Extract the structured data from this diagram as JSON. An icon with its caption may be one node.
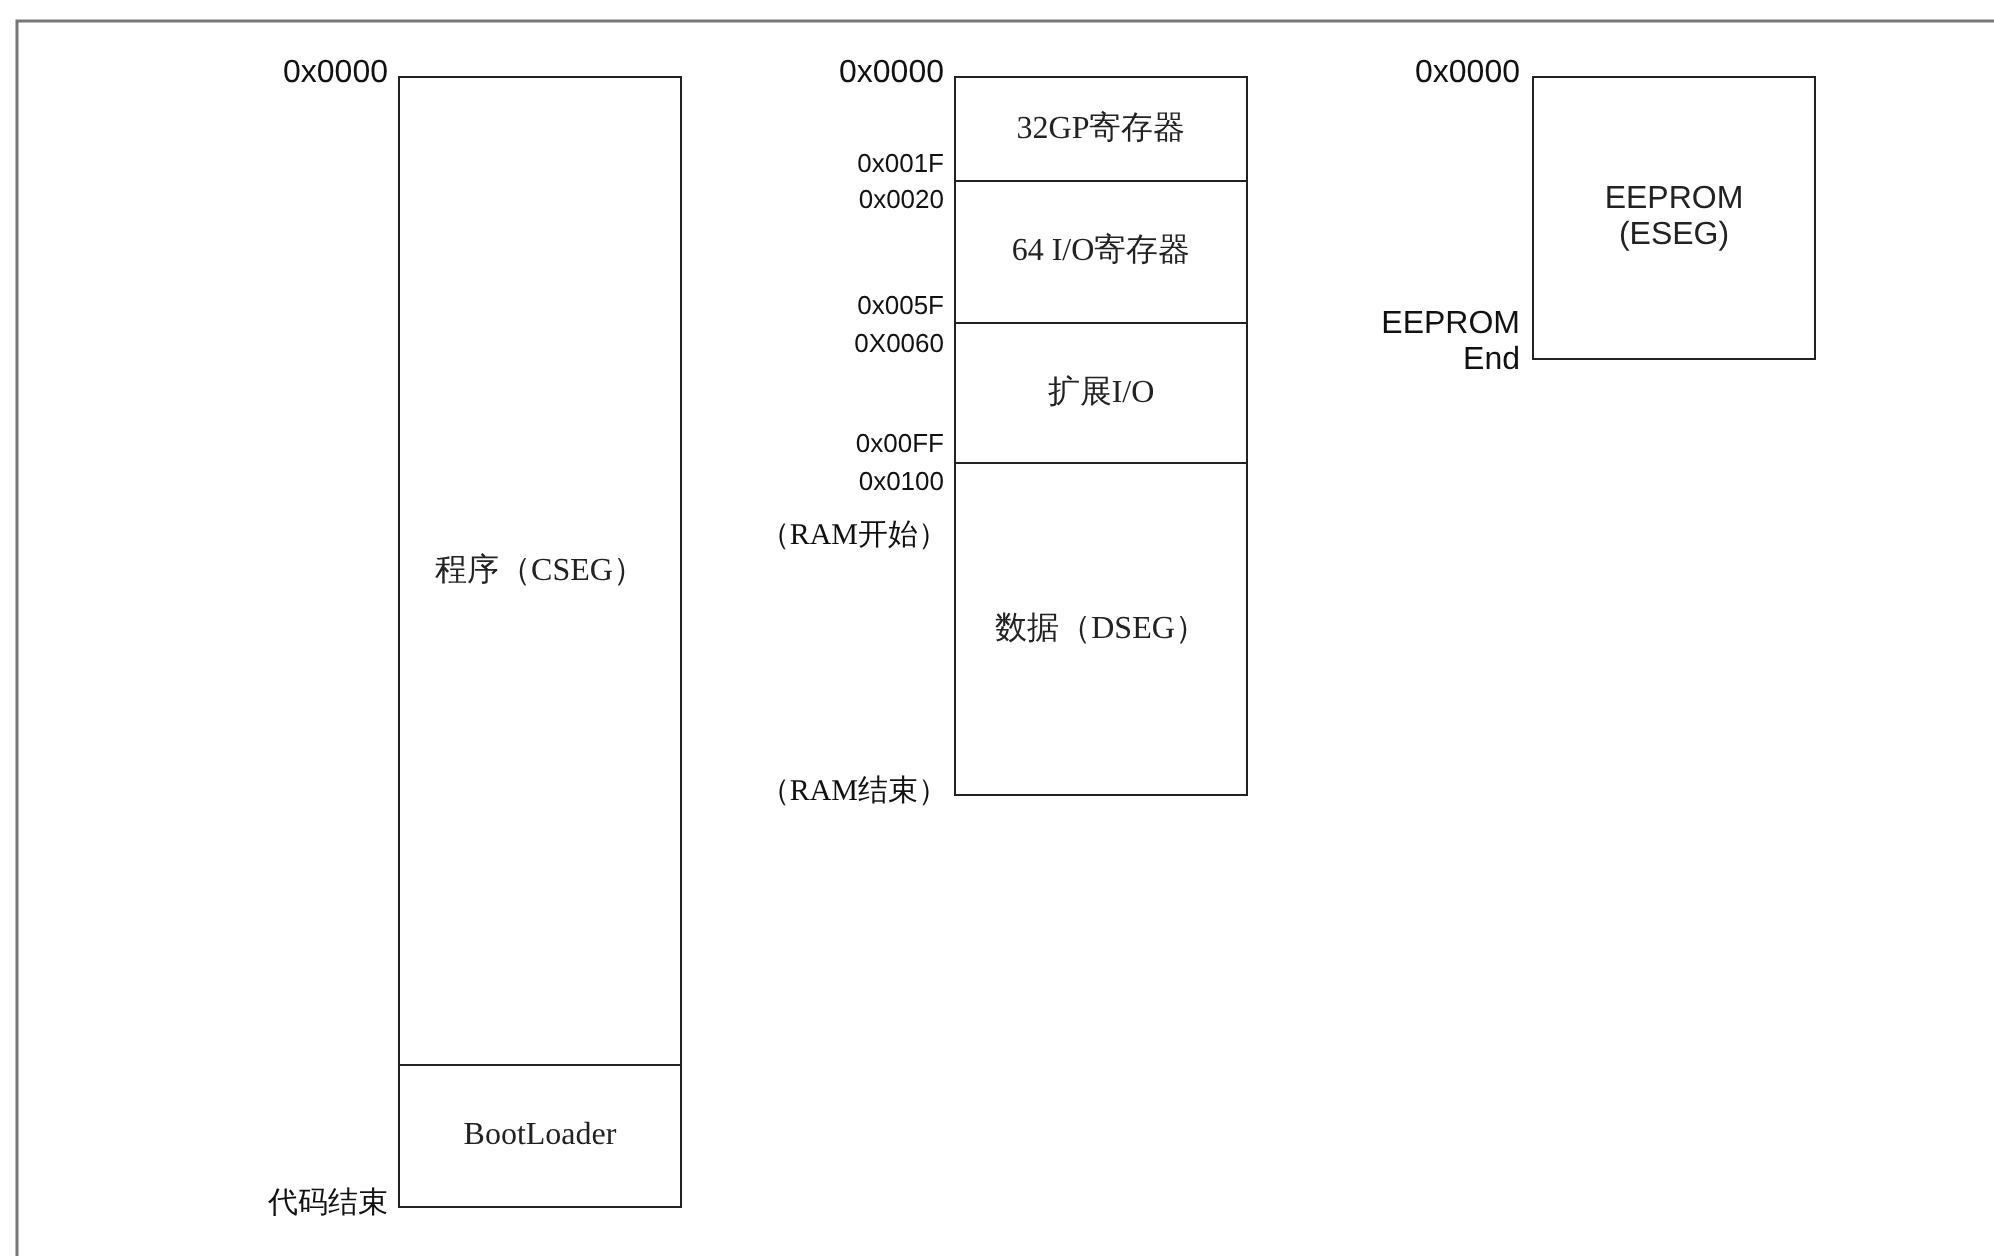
{
  "diagram": {
    "nodes": [
      {
        "text": [
          "程序（CSEG）"
        ],
        "beside": [
          "0x0000"
        ]
      },
      {
        "text": [
          "BootLoader"
        ],
        "beside": [
          "代码结束"
        ]
      },
      {
        "text": [
          "32GP寄存器"
        ],
        "beside": [
          "0x0000",
          "0x001F"
        ]
      },
      {
        "text": [
          "64 I/O寄存器"
        ],
        "beside": [
          "0x0020",
          "0x005F"
        ]
      },
      {
        "text": [
          "扩展I/O"
        ],
        "beside": [
          "0X0060",
          "0x00FF"
        ]
      },
      {
        "text": [
          "数据（DSEG）"
        ],
        "beside": [
          "0x0100",
          "（RAM开始）",
          "（RAM结束）"
        ]
      },
      {
        "text": [
          "EEPROM (ESEG)"
        ],
        "beside": [
          "0x0000",
          "EEPROM End"
        ]
      }
    ]
  }
}
